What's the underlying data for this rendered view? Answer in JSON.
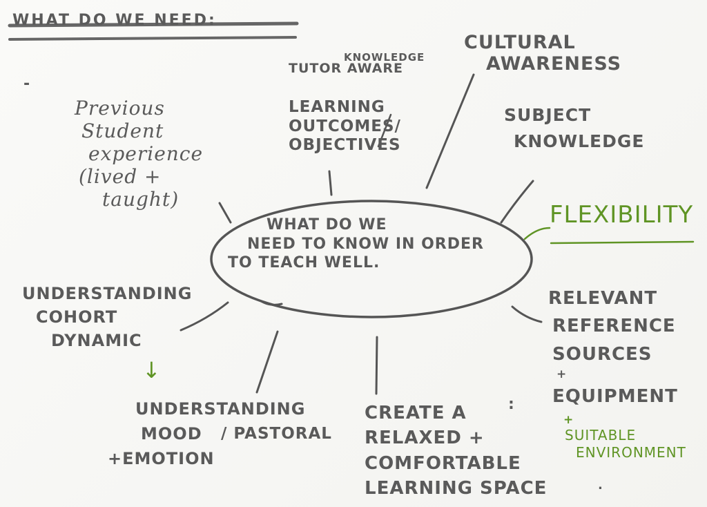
{
  "title": "WHAT DO WE NEED:",
  "dash": "-",
  "center": [
    "WHAT DO WE",
    "NEED TO KNOW IN ORDER",
    "TO TEACH WELL."
  ],
  "nodes": {
    "previous": [
      "Previous",
      "Student",
      "experience",
      "(lived +",
      "taught)"
    ],
    "tutor": "TUTOR AWARE",
    "knowledge_tag": "KNOWLEDGE",
    "outcomes": [
      "LEARNING",
      "OUTCOMES/",
      "OBJECTIVES"
    ],
    "cultural": [
      "CULTURAL",
      "AWARENESS"
    ],
    "subject": [
      "SUBJECT",
      "KNOWLEDGE"
    ],
    "flexibility": "FLEXIBILITY",
    "relevant": [
      "RELEVANT",
      "REFERENCE",
      "SOURCES"
    ],
    "plus1": "+",
    "equipment": "EQUIPMENT",
    "plus2": "+",
    "suitable": [
      "SUITABLE",
      "ENVIRONMENT"
    ],
    "cohort": [
      "UNDERSTANDING",
      "COHORT",
      "DYNAMIC"
    ],
    "arrow_down": "↓",
    "mood": [
      "UNDERSTANDING",
      "MOOD",
      "+EMOTION"
    ],
    "pastoral": "/ PASTORAL",
    "relaxed": [
      "CREATE A",
      "RELAXED +",
      "COMFORTABLE",
      "LEARNING SPACE"
    ],
    "colon": ":",
    "dot": "."
  },
  "colors": {
    "ink": "#5a5a5a",
    "green": "#5f9424",
    "paper": "#f7f7f5"
  }
}
